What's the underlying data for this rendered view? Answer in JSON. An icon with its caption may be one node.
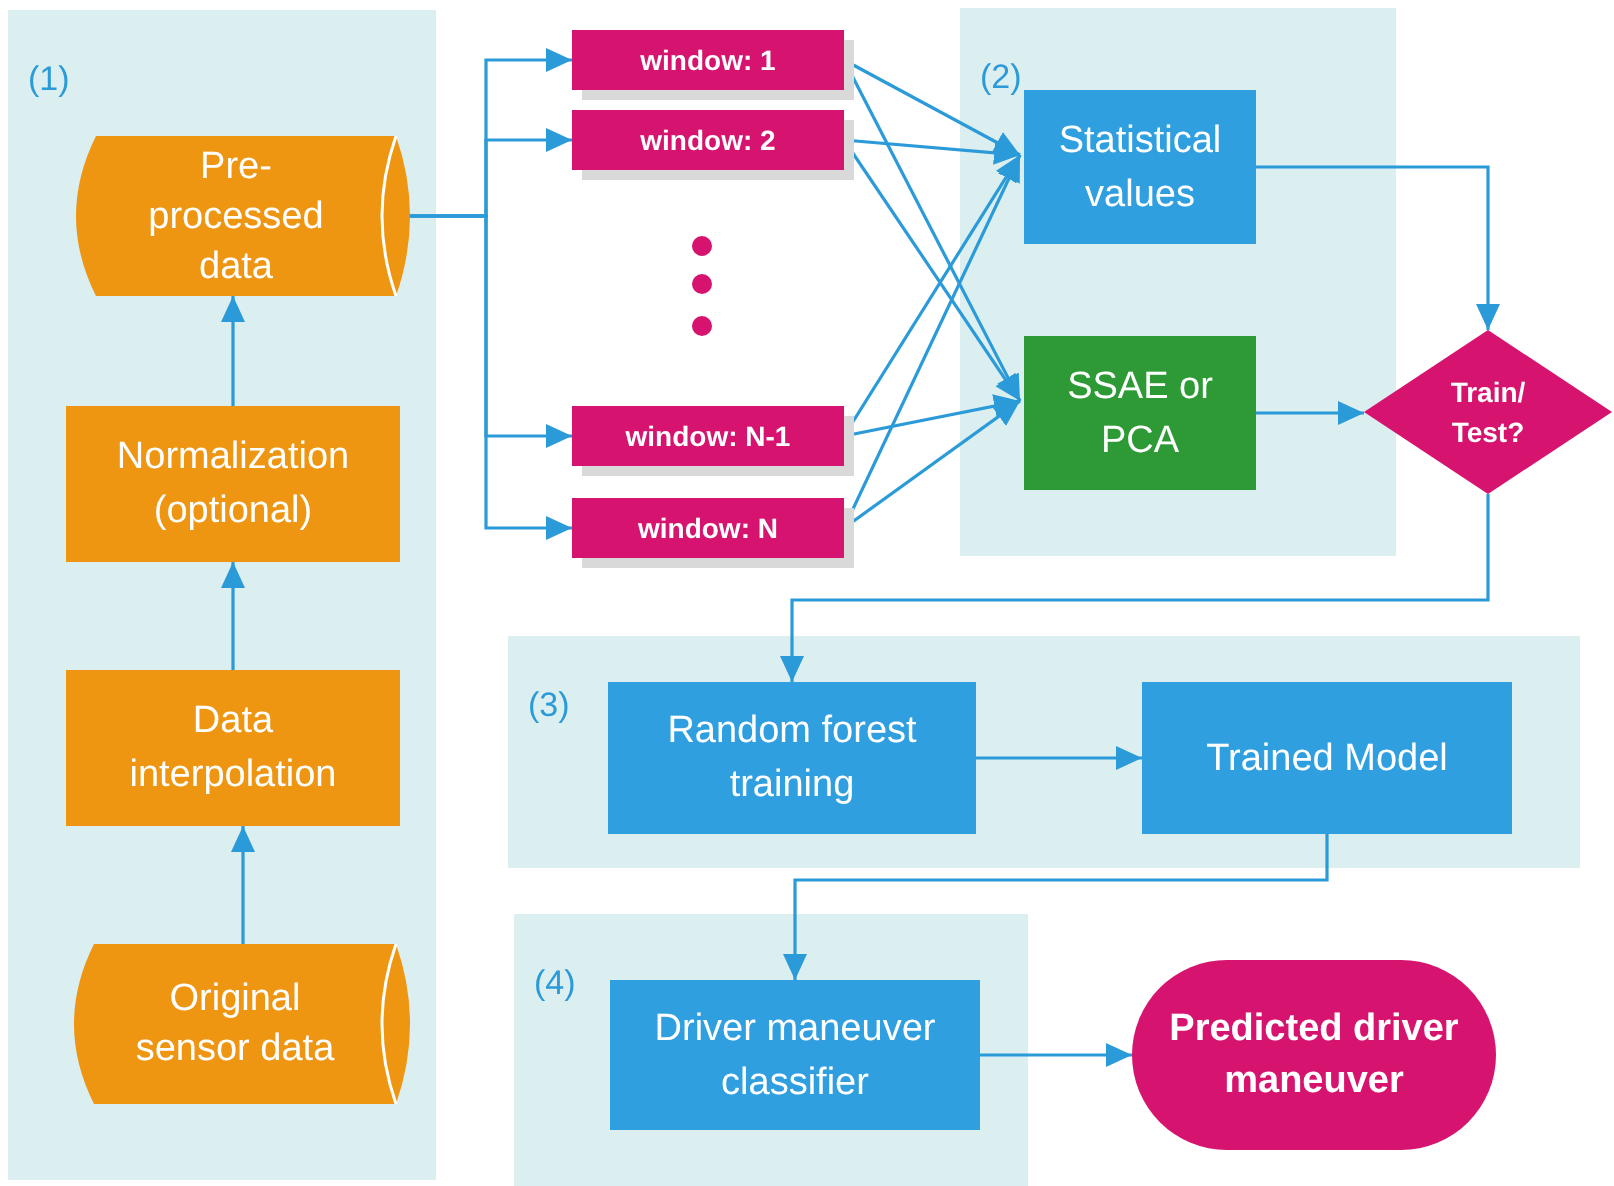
{
  "diagram": {
    "nodes": [
      {
        "text": [
          "(1)"
        ]
      },
      {
        "text": [
          "Pre-processed data"
        ],
        "in": 0
      },
      {
        "text": [
          "Normalization (optional)"
        ],
        "in": 0
      },
      {
        "text": [
          "Data interpolation"
        ],
        "in": 0
      },
      {
        "text": [
          "Original sensor data"
        ],
        "in": 0
      },
      {
        "text": [
          "window: 1"
        ]
      },
      {
        "text": [
          "window: 2"
        ]
      },
      {
        "text": [
          "window: N-1"
        ]
      },
      {
        "text": [
          "window: N"
        ]
      },
      {
        "text": [
          "(2)"
        ]
      },
      {
        "text": [
          "Statistical values"
        ],
        "in": 9
      },
      {
        "text": [
          "SSAE or PCA"
        ],
        "in": 9
      },
      {
        "text": [
          "Train/ Test?"
        ]
      },
      {
        "text": [
          "(3)"
        ]
      },
      {
        "text": [
          "Random forest training"
        ],
        "in": 13
      },
      {
        "text": [
          "Trained Model"
        ],
        "in": 13
      },
      {
        "text": [
          "(4)"
        ]
      },
      {
        "text": [
          "Driver maneuver classifier"
        ],
        "in": 16
      },
      {
        "text": [
          "Predicted driver maneuver"
        ]
      }
    ],
    "edges": [
      {
        "from": 4,
        "to": 3,
        "arrow": "to"
      },
      {
        "from": 3,
        "to": 2,
        "arrow": "to"
      },
      {
        "from": 2,
        "to": 1,
        "arrow": "to"
      },
      {
        "from": 1,
        "to": 5,
        "arrow": "to"
      },
      {
        "from": 1,
        "to": 6,
        "arrow": "to"
      },
      {
        "from": 1,
        "to": 7,
        "arrow": "to"
      },
      {
        "from": 1,
        "to": 8,
        "arrow": "to"
      },
      {
        "from": 5,
        "to": 10,
        "arrow": "to"
      },
      {
        "from": 5,
        "to": 11,
        "arrow": "to"
      },
      {
        "from": 6,
        "to": 10,
        "arrow": "to"
      },
      {
        "from": 6,
        "to": 11,
        "arrow": "to"
      },
      {
        "from": 7,
        "to": 10,
        "arrow": "to"
      },
      {
        "from": 7,
        "to": 11,
        "arrow": "to"
      },
      {
        "from": 8,
        "to": 10,
        "arrow": "to"
      },
      {
        "from": 8,
        "to": 11,
        "arrow": "to"
      },
      {
        "from": 10,
        "to": 12,
        "arrow": "to"
      },
      {
        "from": 11,
        "to": 12,
        "arrow": "to"
      },
      {
        "from": 12,
        "to": 14,
        "arrow": "to"
      },
      {
        "from": 14,
        "to": 15,
        "arrow": "to"
      },
      {
        "from": 15,
        "to": 17,
        "arrow": "to"
      },
      {
        "from": 17,
        "to": 18,
        "arrow": "to"
      }
    ]
  }
}
